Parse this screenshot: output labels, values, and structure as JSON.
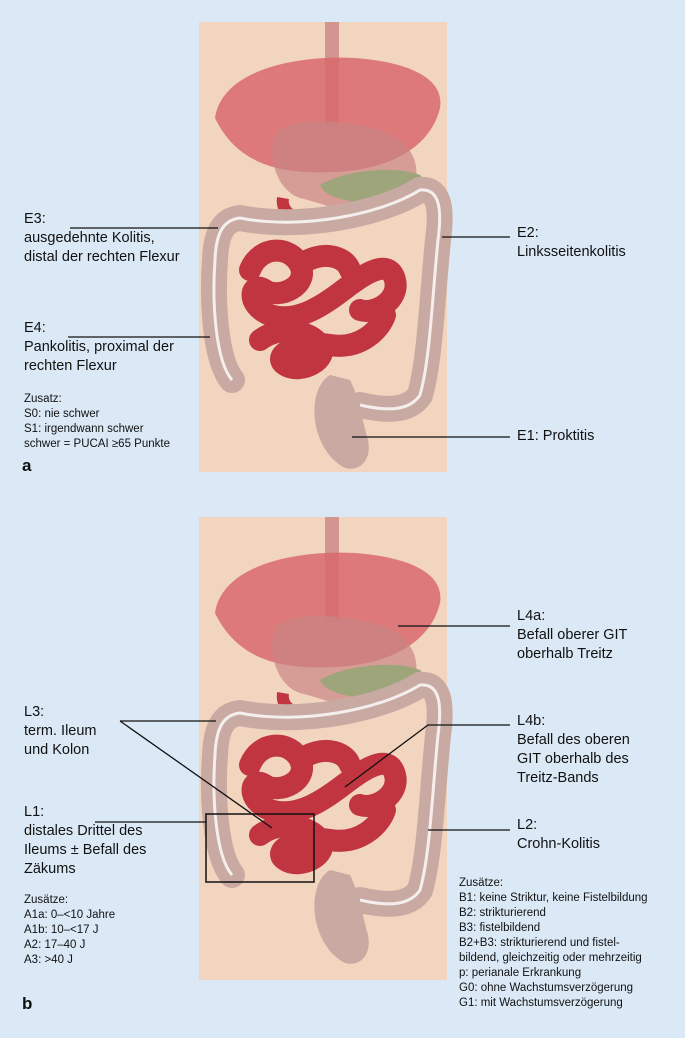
{
  "panel_a": {
    "letter": "a",
    "e3": {
      "line1": "E3:",
      "line2": "ausgedehnte Kolitis,",
      "line3": "distal der rechten Flexur"
    },
    "e4": {
      "line1": "E4:",
      "line2": "Pankolitis, proximal der",
      "line3": "rechten Flexur"
    },
    "e2": {
      "line1": "E2:",
      "line2": "Linksseitenkolitis"
    },
    "e1": {
      "line1": "E1: Proktitis"
    },
    "zusatz": [
      "Zusatz:",
      "S0: nie schwer",
      "S1: irgendwann schwer",
      "schwer = PUCAI ≥65 Punkte"
    ]
  },
  "panel_b": {
    "letter": "b",
    "l4a": {
      "line1": "L4a:",
      "line2": "Befall oberer GIT",
      "line3": "oberhalb Treitz"
    },
    "l4b": {
      "line1": "L4b:",
      "line2": "Befall des oberen",
      "line3": "GIT oberhalb des",
      "line4": "Treitz-Bands"
    },
    "l3": {
      "line1": "L3:",
      "line2": "term. Ileum",
      "line3": "und Kolon"
    },
    "l1": {
      "line1": "L1:",
      "line2": "distales Drittel des",
      "line3": "Ileums ± Befall des",
      "line4": "Zäkums"
    },
    "l2": {
      "line1": "L2:",
      "line2": "Crohn-Kolitis"
    },
    "zusaetze_left": [
      "Zusätze:",
      "A1a: 0–<10 Jahre",
      "A1b: 10–<17 J",
      "A2: 17–40 J",
      "A3: >40 J"
    ],
    "zusaetze_right": [
      "Zusätze:",
      "B1: keine Striktur, keine Fistelbildung",
      "B2: strikturierend",
      "B3: fistelbildend",
      "B2+B3: strikturierend und fistel-",
      "bildend, gleichzeitig oder mehrzeitig",
      "p: perianale Erkrankung",
      "G0: ohne Wachstumsverzögerung",
      "G1: mit Wachstumsverzögerung"
    ]
  },
  "colors": {
    "background": "#dbe9f6",
    "body_skin": "#f2d5bf",
    "liver": "#d9686c",
    "stomach": "#c98585",
    "colon": "#c9aaa2",
    "small_intestine": "#c0353f",
    "gallbladder": "#9fa57a"
  }
}
